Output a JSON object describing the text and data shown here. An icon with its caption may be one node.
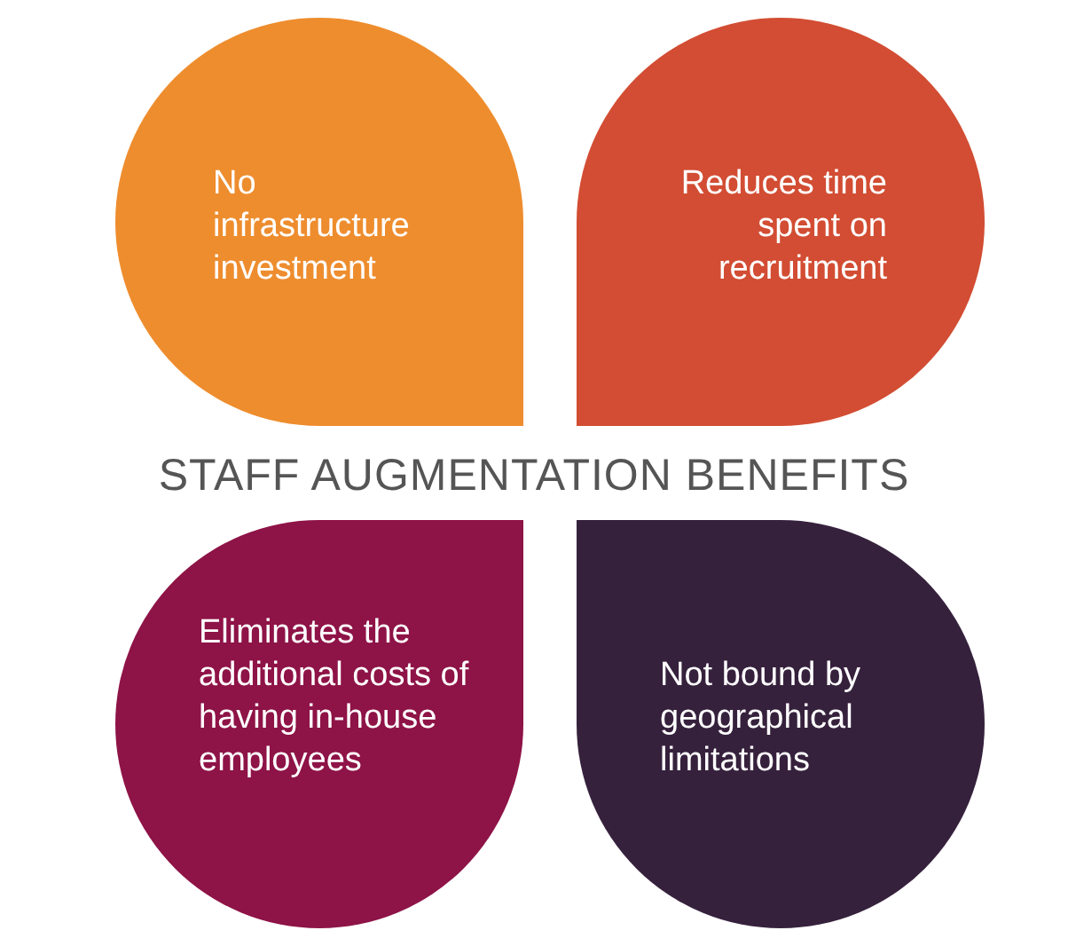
{
  "diagram": {
    "title": "STAFF AUGMENTATION BENEFITS",
    "nodes": [
      {
        "text": [
          "No infrastructure investment"
        ]
      },
      {
        "text": [
          "Reduces time spent on recruitment"
        ]
      },
      {
        "text": [
          "Eliminates the additional costs of having in-house employees"
        ]
      },
      {
        "text": [
          "Not bound by geographical limitations"
        ]
      }
    ]
  }
}
